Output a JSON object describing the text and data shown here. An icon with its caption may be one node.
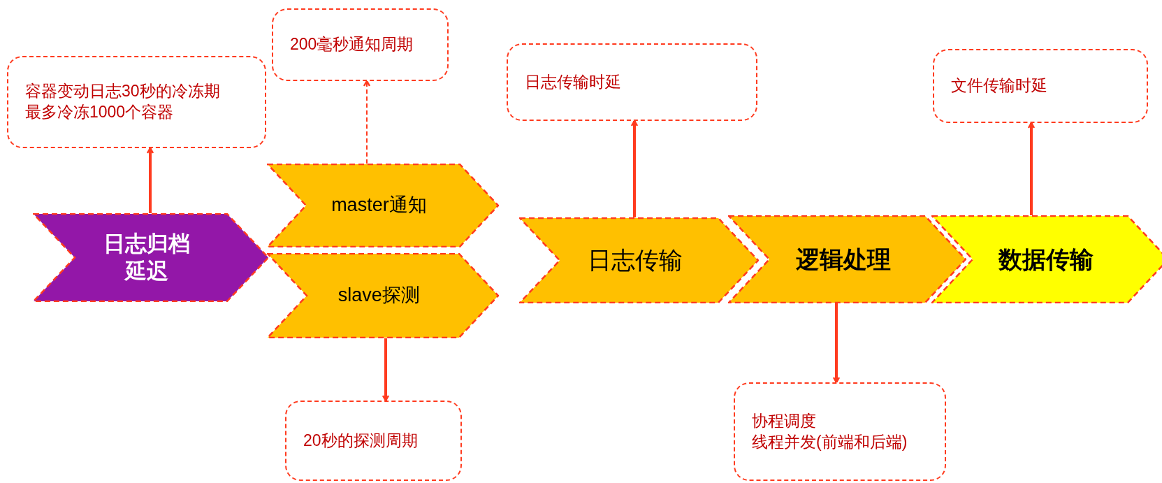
{
  "diagram": {
    "nodes": [
      {
        "text": [
          "日志归档延迟"
        ]
      },
      {
        "text": [
          "容器变动日志30秒的冷冻期",
          "最多冷冻1000个容器"
        ]
      },
      {
        "text": [
          "200毫秒通知周期"
        ]
      },
      {
        "text": [
          "master通知"
        ]
      },
      {
        "text": [
          "slave探测"
        ]
      },
      {
        "text": [
          "20秒的探测周期"
        ]
      },
      {
        "text": [
          "日志传输"
        ]
      },
      {
        "text": [
          "日志传输时延"
        ]
      },
      {
        "text": [
          "逻辑处理"
        ]
      },
      {
        "text": [
          "协程调度",
          "线程并发(前端和后端)"
        ]
      },
      {
        "text": [
          "数据传输"
        ]
      },
      {
        "text": [
          "文件传输时延"
        ]
      }
    ],
    "edges": [
      {
        "from": 0,
        "to": 1,
        "arrow": "to"
      },
      {
        "from": 3,
        "to": 2,
        "arrow": "to",
        "style": "dashed"
      },
      {
        "from": 4,
        "to": 5,
        "arrow": "to"
      },
      {
        "from": 6,
        "to": 7,
        "arrow": "to"
      },
      {
        "from": 8,
        "to": 9,
        "arrow": "to"
      },
      {
        "from": 10,
        "to": 11,
        "arrow": "to"
      }
    ]
  }
}
